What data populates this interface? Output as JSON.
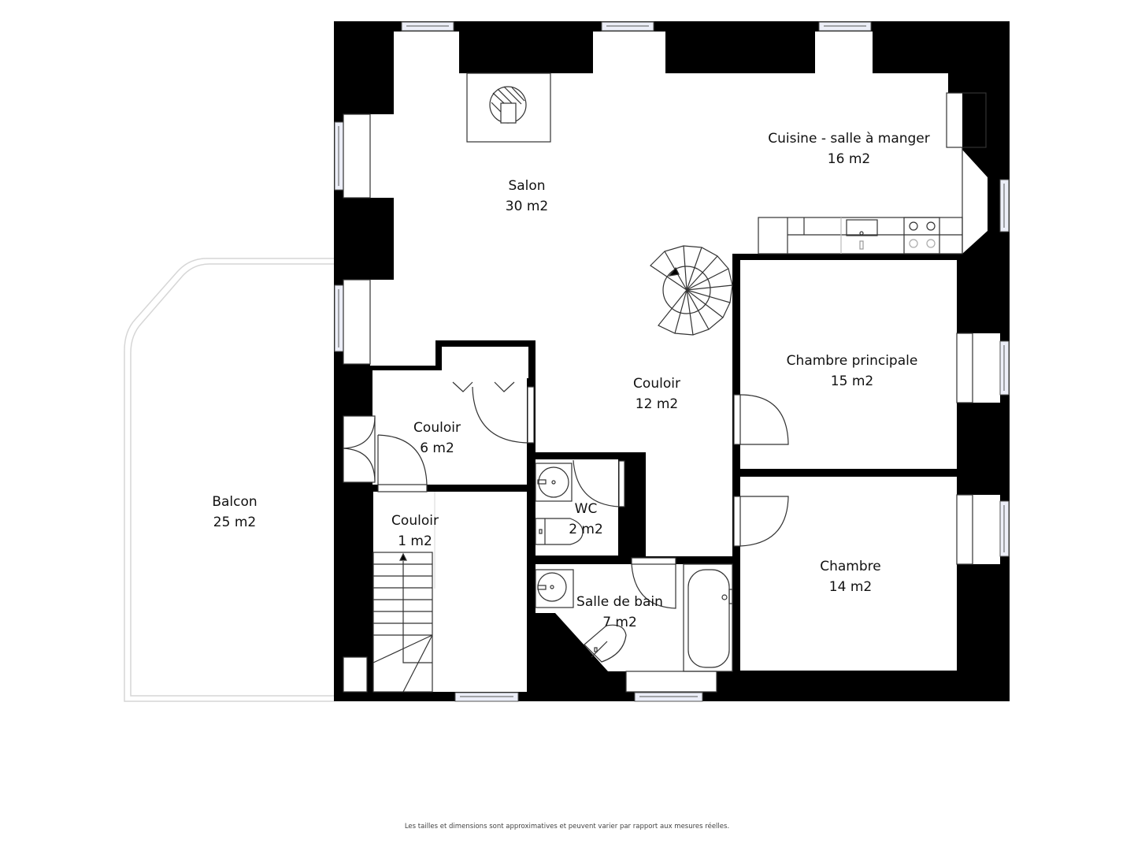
{
  "plan": {
    "colors": {
      "wall": "#000000",
      "floor": "#ffffff",
      "line": "#333333",
      "window_glass": "#eceef8",
      "balcony_outline": "#d6d6d6",
      "text": "#111111"
    },
    "rooms": [
      {
        "id": "salon",
        "name": "Salon",
        "area": "30 m2"
      },
      {
        "id": "cuisine",
        "name": "Cuisine - salle à manger",
        "area": "16 m2"
      },
      {
        "id": "couloir-12",
        "name": "Couloir",
        "area": "12 m2"
      },
      {
        "id": "chambre-principale",
        "name": "Chambre principale",
        "area": "15 m2"
      },
      {
        "id": "couloir-6",
        "name": "Couloir",
        "area": "6 m2"
      },
      {
        "id": "balcon",
        "name": "Balcon",
        "area": "25 m2"
      },
      {
        "id": "couloir-1",
        "name": "Couloir",
        "area": "1 m2"
      },
      {
        "id": "wc",
        "name": "WC",
        "area": "2 m2"
      },
      {
        "id": "chambre",
        "name": "Chambre",
        "area": "14 m2"
      },
      {
        "id": "salle-de-bain",
        "name": "Salle de bain",
        "area": "7 m2"
      }
    ],
    "fixtures": [
      "fireplace-icon",
      "spiral-staircase-icon",
      "straight-staircase-icon",
      "kitchen-sink-icon",
      "cooktop-icon",
      "washbasin-icon",
      "toilet-icon",
      "bathtub-icon",
      "closet-icon"
    ]
  },
  "footer": {
    "disclaimer": "Les tailles et dimensions sont approximatives et peuvent varier par rapport aux mesures réelles."
  }
}
